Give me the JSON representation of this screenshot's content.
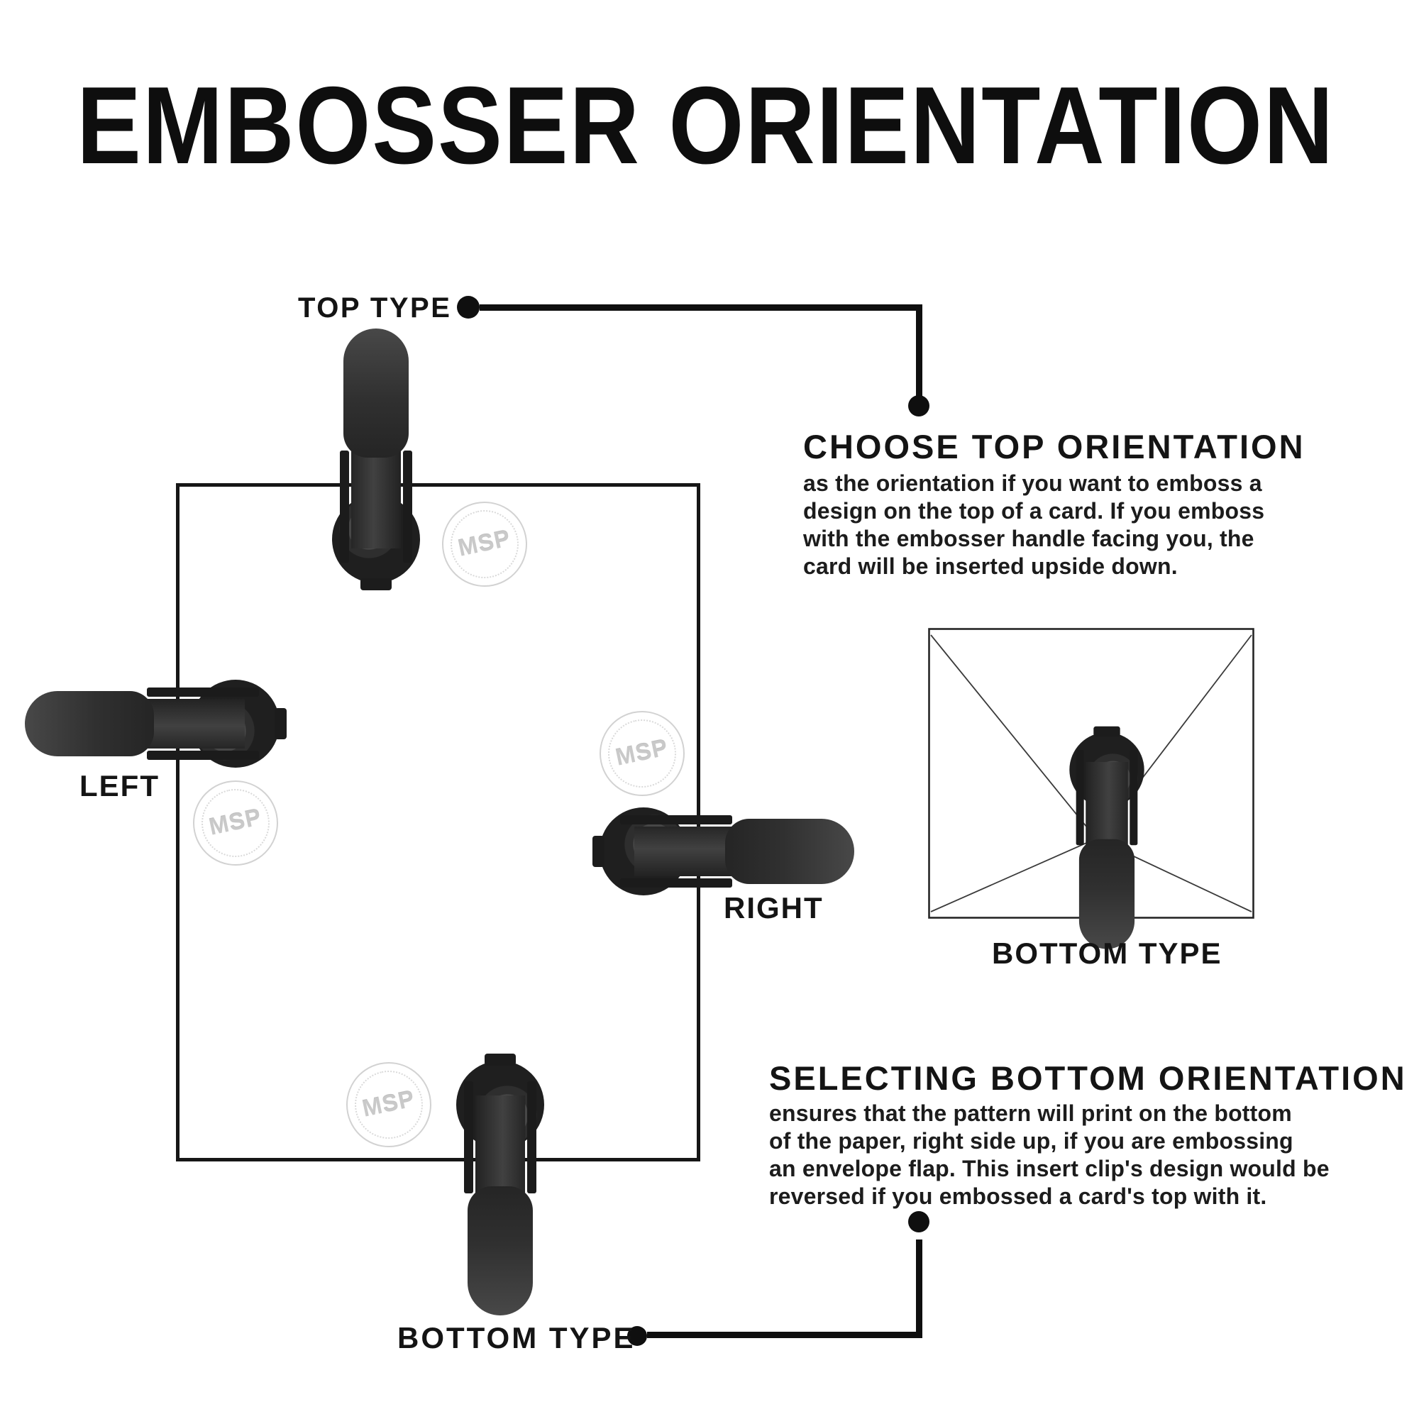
{
  "title": "EMBOSSER ORIENTATION",
  "diagram": {
    "top_label": "TOP TYPE",
    "left_label": "LEFT",
    "right_label": "RIGHT",
    "bottom_label": "BOTTOM TYPE",
    "envelope_label": "BOTTOM TYPE",
    "seal_text": "MSP"
  },
  "choose_top": {
    "heading": "CHOOSE TOP ORIENTATION",
    "body": [
      "as the orientation if you want to emboss a",
      "design on the top of a card. If you emboss",
      "with the embosser handle facing you, the",
      "card will be inserted upside down."
    ]
  },
  "selecting_bottom": {
    "heading": "SELECTING BOTTOM ORIENTATION",
    "body": [
      "ensures that the pattern will print on the bottom",
      "of the paper, right side up, if you are embossing",
      "an envelope flap. This insert clip's design would be",
      "reversed if you embossed a card's top with it."
    ]
  },
  "colors": {
    "background": "#ffffff",
    "ink": "#121212",
    "embosser_dark": "#1f1f1f",
    "embosser_mid": "#3a3a3a",
    "seal_gray": "#cccccc"
  }
}
